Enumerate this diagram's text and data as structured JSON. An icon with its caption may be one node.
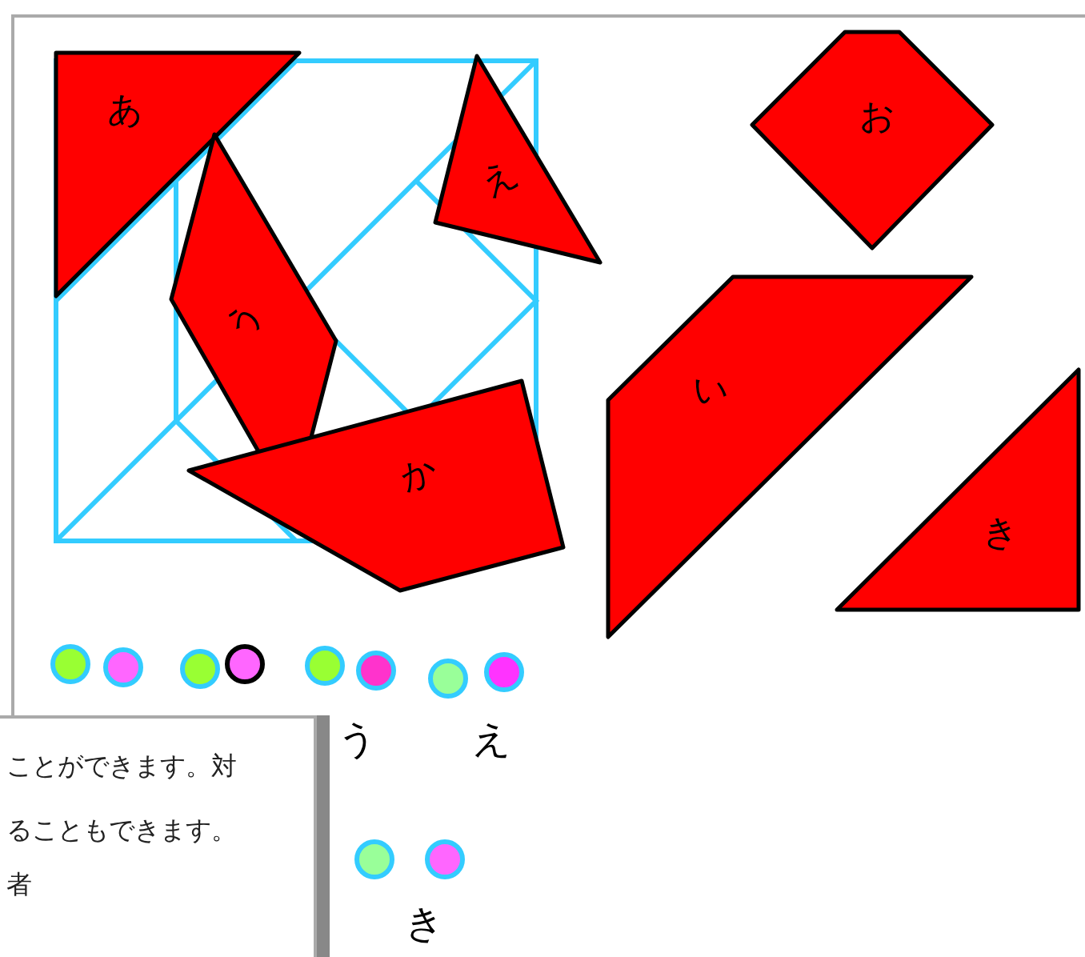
{
  "diagram": {
    "nodes": [
      {
        "text": [
          "あ"
        ]
      },
      {
        "text": [
          "う"
        ]
      },
      {
        "text": [
          "え"
        ]
      },
      {
        "text": [
          "か"
        ]
      },
      {
        "text": [
          "お"
        ]
      },
      {
        "text": [
          "い"
        ]
      },
      {
        "text": [
          "き"
        ]
      },
      {
        "text": [
          "ことができます。対",
          "ることもできます。",
          "者"
        ]
      }
    ],
    "labels": [
      "う",
      "え",
      "き"
    ]
  }
}
